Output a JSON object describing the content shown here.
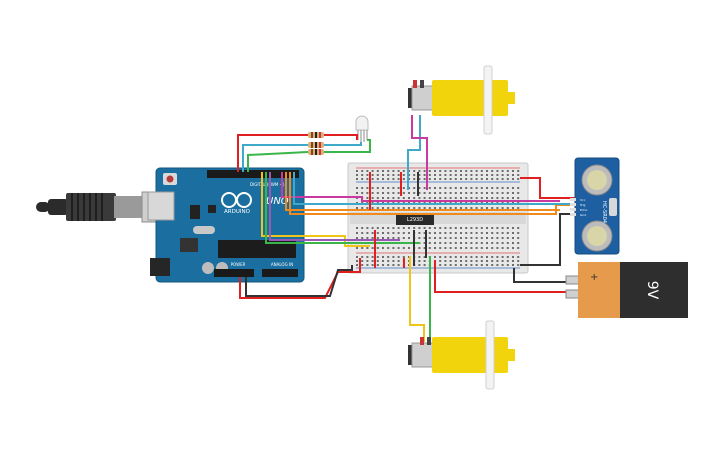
{
  "arduino": {
    "logo_text": "UNO",
    "brand_text": "ARDUINO",
    "digital_label": "DIGITAL (PWM ~)",
    "power_label": "POWER",
    "analog_label": "ANALOG IN"
  },
  "ic": {
    "label": "L293D"
  },
  "sensor": {
    "label": "HC-SR04",
    "pins": [
      "Vcc",
      "Trig",
      "Echo",
      "Gnd"
    ]
  },
  "battery": {
    "label": "9V"
  },
  "colors": {
    "board_blue": "#1a6fa0",
    "motor_yellow": "#f2d40c",
    "battery_orange": "#e59a4c",
    "sensor_blue": "#1d5fa0",
    "wire_red": "#e02020",
    "wire_black": "#333333",
    "wire_green": "#39b54a",
    "wire_cyan": "#3fa9c9",
    "wire_magenta": "#c93aa0",
    "wire_orange": "#f08a1d",
    "wire_yellow": "#f0c419"
  }
}
